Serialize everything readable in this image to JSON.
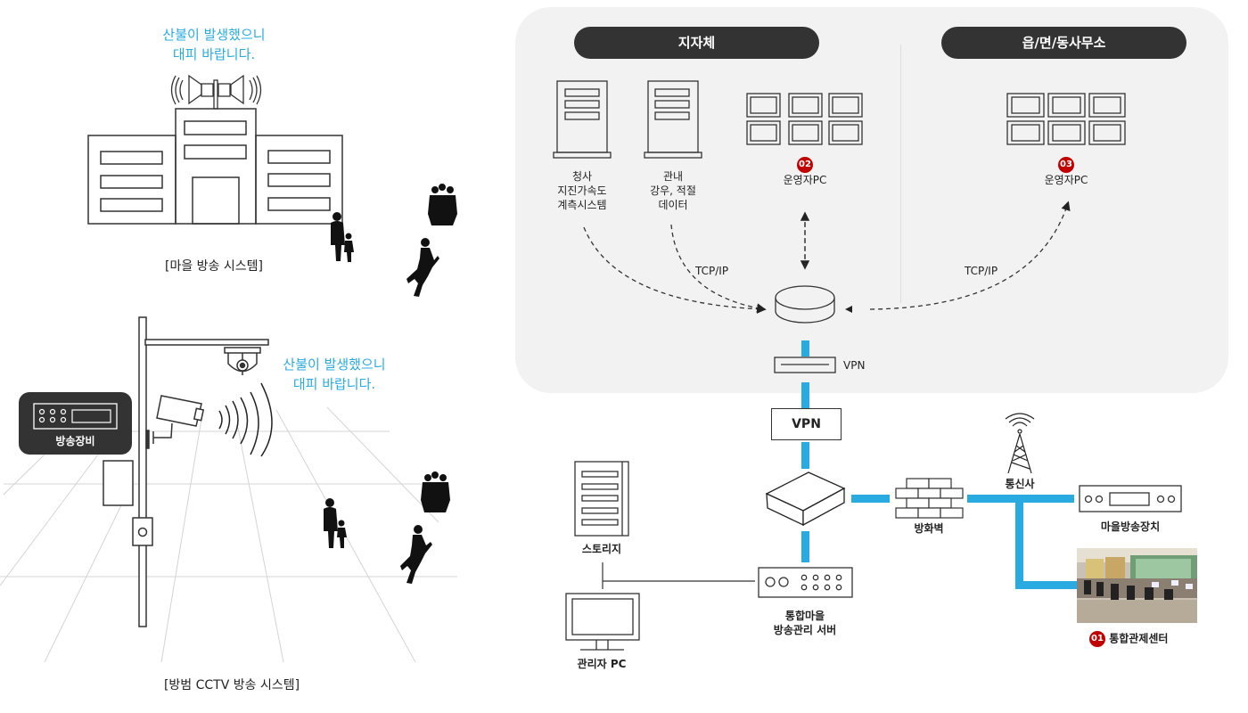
{
  "left": {
    "village": {
      "alert_line1": "산불이 발생했으니",
      "alert_line2": "대피 바랍니다.",
      "caption": "[마을 방송 시스템]"
    },
    "cctv": {
      "alert_line1": "산불이 발생했으니",
      "alert_line2": "대피 바랍니다.",
      "equipment_label": "방송장비",
      "caption": "[방범 CCTV 방송 시스템]"
    }
  },
  "panel": {
    "group_local_gov": "지자체",
    "group_town_office": "읍/면/동사무소",
    "server1": [
      "청사",
      "지진가속도",
      "계측시스템"
    ],
    "server2": [
      "관내",
      "강우, 적절",
      "데이터"
    ],
    "operator_pc_left": {
      "badge": "02",
      "label": "운영자PC"
    },
    "operator_pc_right": {
      "badge": "03",
      "label": "운영자PC"
    },
    "protocol_left": "TCP/IP",
    "protocol_right": "TCP/IP",
    "vpn_small": "VPN"
  },
  "network": {
    "vpn_box": "VPN",
    "storage": "스토리지",
    "admin_pc": "관리자 PC",
    "server_line1": "통합마을",
    "server_line2": "방송관리 서버",
    "firewall": "방화벽",
    "telecom": "통신사",
    "village_device": "마을방송장치",
    "control_center": {
      "badge": "01",
      "label": "통합관제센터"
    }
  },
  "colors": {
    "accent_blue": "#29abe2",
    "badge_red": "#c00000",
    "dark": "#333333",
    "panel_bg": "#f2f2f2"
  }
}
